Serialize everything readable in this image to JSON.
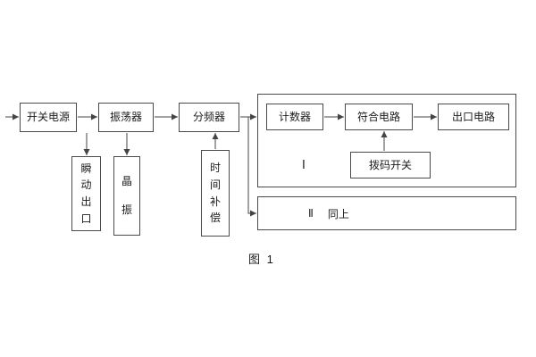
{
  "figure": {
    "caption": "图 1",
    "blocks": {
      "power_supply": "开关电源",
      "oscillator": "振荡器",
      "frequency_divider": "分频器",
      "instant_output": "瞬动出口",
      "crystal": "晶振",
      "time_compensation": "时间补偿",
      "counter": "计数器",
      "coincidence_circuit": "符合电路",
      "outlet_circuit": "出口电路",
      "dip_switch": "拨码开关",
      "group1_numeral": "Ⅰ",
      "group2_numeral": "Ⅱ",
      "group2_text": "同上"
    }
  }
}
